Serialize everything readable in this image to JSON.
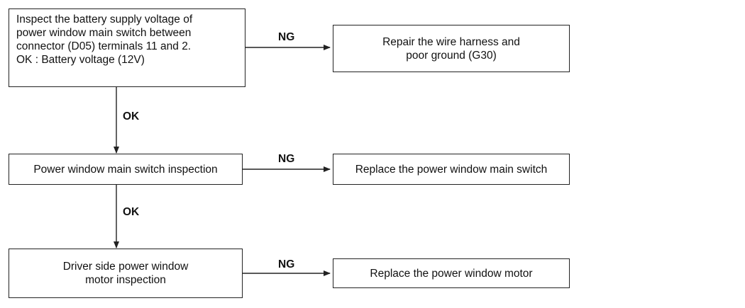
{
  "steps": [
    {
      "lines": [
        "Inspect the battery supply voltage of",
        "power window main switch between",
        "connector (D05) terminals 11 and 2.",
        "OK : Battery voltage (12V)"
      ],
      "ng_label": "NG",
      "ng_action": [
        "Repair the wire harness and",
        "poor ground (G30)"
      ],
      "ok_label": "OK"
    },
    {
      "lines": [
        "Power window main switch inspection"
      ],
      "ng_label": "NG",
      "ng_action": [
        "Replace the power window main switch"
      ],
      "ok_label": "OK"
    },
    {
      "lines": [
        "Driver side power window",
        "motor  inspection"
      ],
      "ng_label": "NG",
      "ng_action": [
        "Replace the power window motor"
      ]
    }
  ]
}
